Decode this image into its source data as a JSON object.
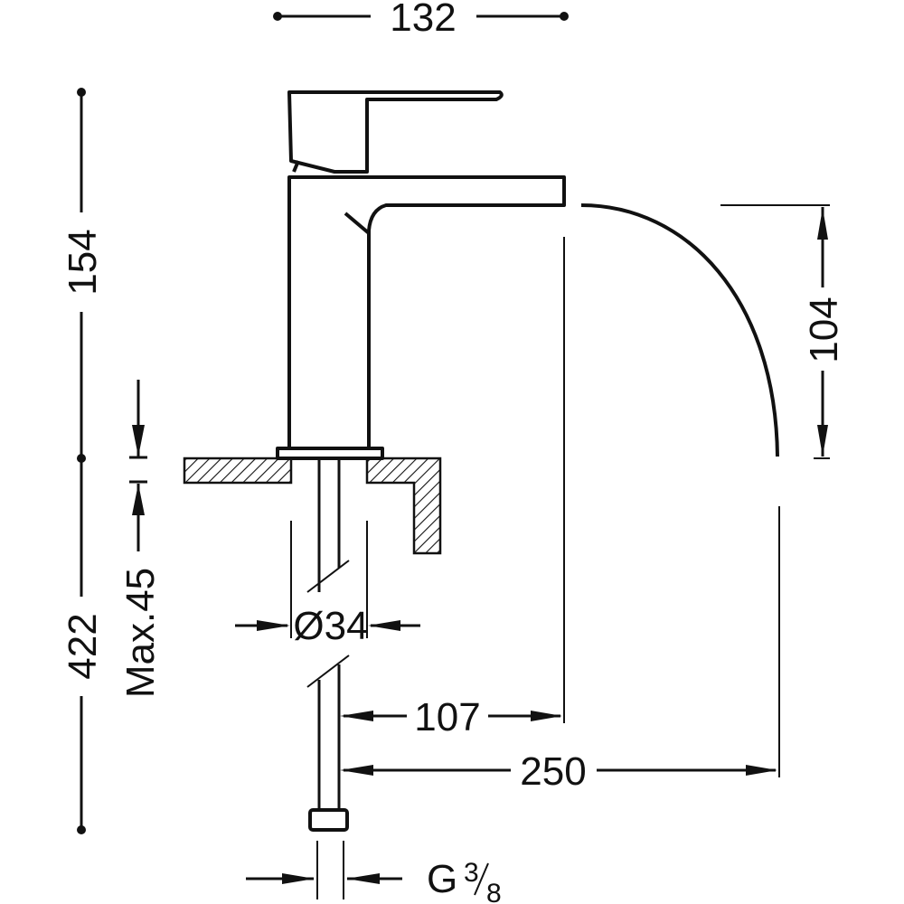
{
  "dimensions": {
    "overall_width": "132",
    "height_above_counter": "154",
    "spout_clearance": "104",
    "max_counter_thickness": "Max.45",
    "below_counter_length": "422",
    "hole_diameter": "Ø34",
    "spout_reach": "107",
    "jet_reach": "250",
    "connection_thread": "G",
    "connection_fraction_num": "3",
    "connection_fraction_den": "8"
  },
  "colors": {
    "line": "#111111",
    "background": "#ffffff"
  }
}
